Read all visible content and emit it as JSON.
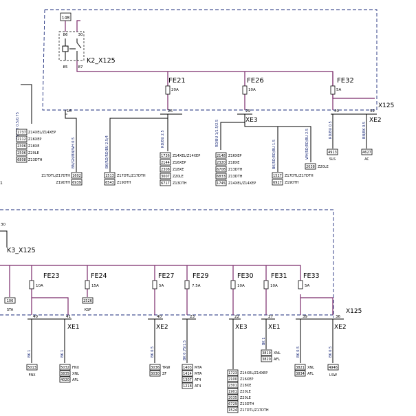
{
  "top": {
    "relay_box": "148",
    "relay_pin_left": "86",
    "relay_pin_right": "30",
    "relay_pin_bl": "85",
    "relay_pin_br": "87",
    "relay_label": "K2_X125",
    "connector_main": "X125",
    "connector_xe2": "XE2",
    "connector_xe3": "XE3",
    "fuses": [
      {
        "name": "FE21",
        "rating": "20A"
      },
      {
        "name": "FE26",
        "rating": "10A"
      },
      {
        "name": "FE32",
        "rating": "5A"
      }
    ],
    "pins": [
      "16",
      "26",
      "29",
      "40",
      "52"
    ],
    "left_wire": "BN/WH 0.5/0.75",
    "left_boxes": [
      {
        "num": "1737",
        "lbl": "Z14XEL/Z14XEP"
      },
      {
        "num": "2112",
        "lbl": "Z16XEP"
      },
      {
        "num": "2306",
        "lbl": "Z18XE"
      },
      {
        "num": "2506",
        "lbl": "Z20LE"
      },
      {
        "num": "6808",
        "lbl": "Z13DTH"
      }
    ],
    "wires": [
      {
        "wire": "BN/GN/BN/WH 0.5",
        "nums": [
          "1602",
          "6939"
        ],
        "lbls": [
          "Z17DTL/Z17DTH",
          "Z19DTH"
        ]
      },
      {
        "wire": "BK/RD/RD/BU 2.5/4",
        "nums": [
          "1513",
          "6543"
        ],
        "lbls": [
          "Z17DTL/Z17DTH",
          "Z19DTH"
        ]
      },
      {
        "wire": "RD/BU 2.5",
        "nums": [
          "1736",
          "2144",
          "2308",
          "3007",
          "6717"
        ],
        "lbls": [
          "Z14XEL/Z14XEP",
          "Z16XEP",
          "Z18XE",
          "Z20LE",
          "Z13DTH"
        ]
      },
      {
        "wire": "RD/BU 1/1.5/2.5",
        "nums": [
          "2148",
          "2320",
          "6708",
          "6833",
          "1745"
        ],
        "lbls": [
          "Z16XEP",
          "Z18XE",
          "Z13DTH",
          "Z13DTH",
          "Z14XEL/Z14XEP"
        ]
      },
      {
        "wire": "BK/RD/RD/BU 1.5",
        "nums": [
          "1527",
          "6927"
        ],
        "lbls": [
          "Z17DTL/Z17DTH",
          "Z19DTH"
        ]
      },
      {
        "wire": "WH/RD/RD/BU 2.5",
        "nums": [
          "2038"
        ],
        "lbls": [
          "Z20LE"
        ]
      },
      {
        "wire": "RD/BU 0.5",
        "nums": [
          "4913"
        ],
        "lbls": [
          "SLS"
        ]
      },
      {
        "wire": "BN/BK 0.5",
        "nums": [
          "4627"
        ],
        "lbls": [
          "AC"
        ]
      }
    ],
    "cut_text": "1"
  },
  "bottom": {
    "relay_pin": "30",
    "relay_label": "K3_X125",
    "connector_main": "X125",
    "left_box": {
      "num": "106",
      "lbl": "STA"
    },
    "fuses": [
      {
        "name": "FE23",
        "rating": "10A"
      },
      {
        "name": "FE24",
        "rating": "15A"
      },
      {
        "name": "FE27",
        "rating": "5A"
      },
      {
        "name": "FE29",
        "rating": "7.5A"
      },
      {
        "name": "FE30",
        "rating": "10A"
      },
      {
        "name": "FE31",
        "rating": "10A"
      },
      {
        "name": "FE33",
        "rating": "5A"
      }
    ],
    "fe24_box": {
      "num": "2526",
      "lbl": "KSP"
    },
    "pins": [
      "40",
      "41",
      "40",
      "23",
      "22",
      "27",
      "39",
      "36"
    ],
    "xe": [
      "XE1",
      "XE2",
      "XE3",
      "XE1",
      "XE2"
    ],
    "wires": [
      {
        "wire": "BK 1",
        "nums": [
          "5013"
        ],
        "lbls": [
          "FNX"
        ]
      },
      {
        "wire": "BK 1",
        "nums": [
          "5032",
          "3835",
          "4020"
        ],
        "lbls": [
          "FNX",
          "XNL",
          "AFL"
        ]
      },
      {
        "wire": "BK 0.5",
        "nums": [
          "3036",
          "3030"
        ],
        "lbls": [
          "TRW",
          "ZF"
        ]
      },
      {
        "wire": "BK 0.75/1.5",
        "nums": [
          "1403",
          "1414",
          "1307",
          "1218"
        ],
        "lbls": [
          "MTA",
          "MTA",
          "AT4",
          "AT4"
        ]
      },
      {
        "wire": "BK 1",
        "nums": [
          "3819",
          "3820"
        ],
        "lbls": [
          "XNL",
          "AFL"
        ]
      },
      {
        "wire": "BK 0.5",
        "nums": [
          "3821",
          "3834"
        ],
        "lbls": [
          "XNL",
          "AFL"
        ]
      },
      {
        "wire": "BK 0.5",
        "nums": [
          "4946"
        ],
        "lbls": [
          "LSW"
        ]
      }
    ],
    "fe30_boxes": [
      {
        "num": "1723",
        "lbl": "Z14XEL/Z14XEP"
      },
      {
        "num": "2100",
        "lbl": "Z16XEP"
      },
      {
        "num": "2301",
        "lbl": "Z18XE"
      },
      {
        "num": "1901",
        "lbl": "Z20LE"
      },
      {
        "num": "2035",
        "lbl": "Z20LE"
      },
      {
        "num": "6729",
        "lbl": "Z13DTH"
      },
      {
        "num": "1524",
        "lbl": "Z17DTL/Z17DTH"
      }
    ]
  }
}
